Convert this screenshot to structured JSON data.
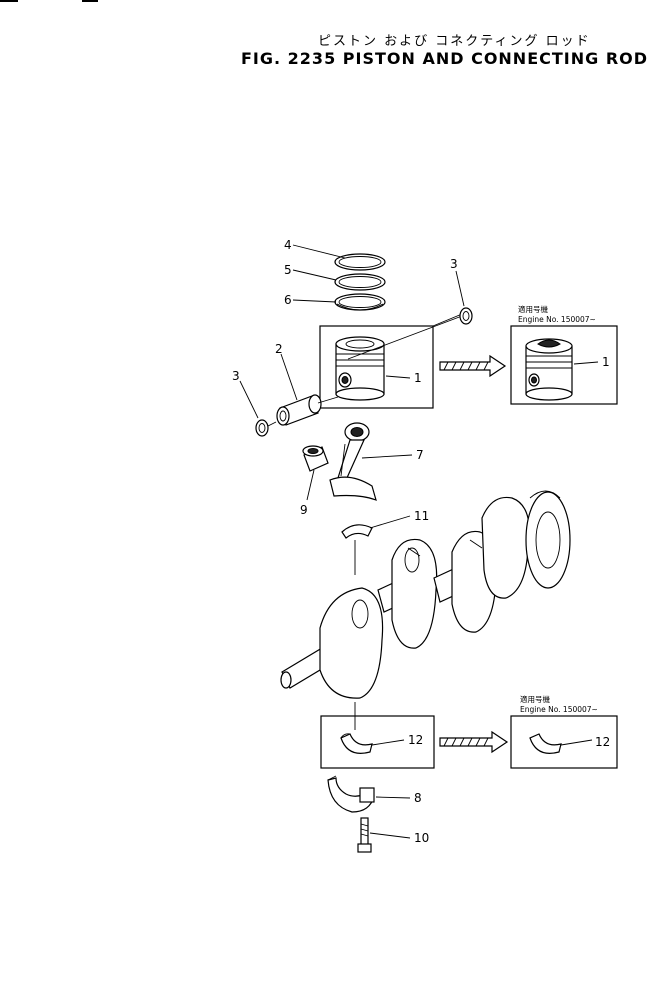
{
  "figure": {
    "title_jp": "ピストン および コネクティング ロッド",
    "title": "FIG. 2235  PISTON AND CONNECTING ROD"
  },
  "callouts": {
    "c1": "1",
    "c1b": "1",
    "c2": "2",
    "c3a": "3",
    "c3b": "3",
    "c4": "4",
    "c5": "5",
    "c6": "6",
    "c7": "7",
    "c8": "8",
    "c9": "9",
    "c10": "10",
    "c11": "11",
    "c12": "12",
    "c12b": "12"
  },
  "notes": {
    "top_jp": "適用号機",
    "top_en": "Engine No. 150007~",
    "bottom_jp": "適用号機",
    "bottom_en": "Engine No. 150007~"
  }
}
